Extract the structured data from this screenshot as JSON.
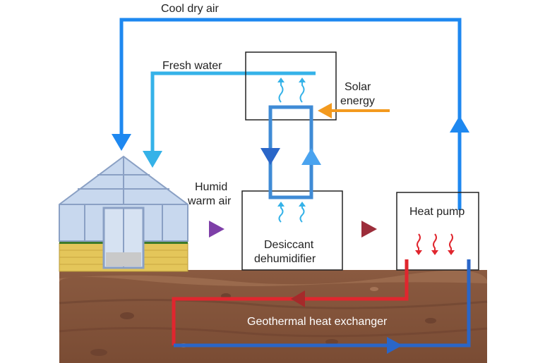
{
  "labels": {
    "cool_dry_air": "Cool dry air",
    "fresh_water": "Fresh water",
    "solar_energy_line1": "Solar",
    "solar_energy_line2": "energy",
    "humid_warm_air_line1": "Humid",
    "humid_warm_air_line2": "warm air",
    "heat_pump": "Heat pump",
    "desiccant_line1": "Desiccant",
    "desiccant_line2": "dehumidifier",
    "geothermal": "Geothermal heat exchanger"
  },
  "colors": {
    "cool_air": "#1e88f0",
    "fresh_water": "#35b2e8",
    "solar": "#f39a1e",
    "humid_air": "#8e2f86",
    "hot": "#e0262e",
    "cold": "#2a66c8",
    "soil": "#8a5a40",
    "brick": "#e4c65a"
  },
  "icons": [
    "greenhouse-icon",
    "vapor-arrows-icon",
    "heat-arrows-icon"
  ]
}
